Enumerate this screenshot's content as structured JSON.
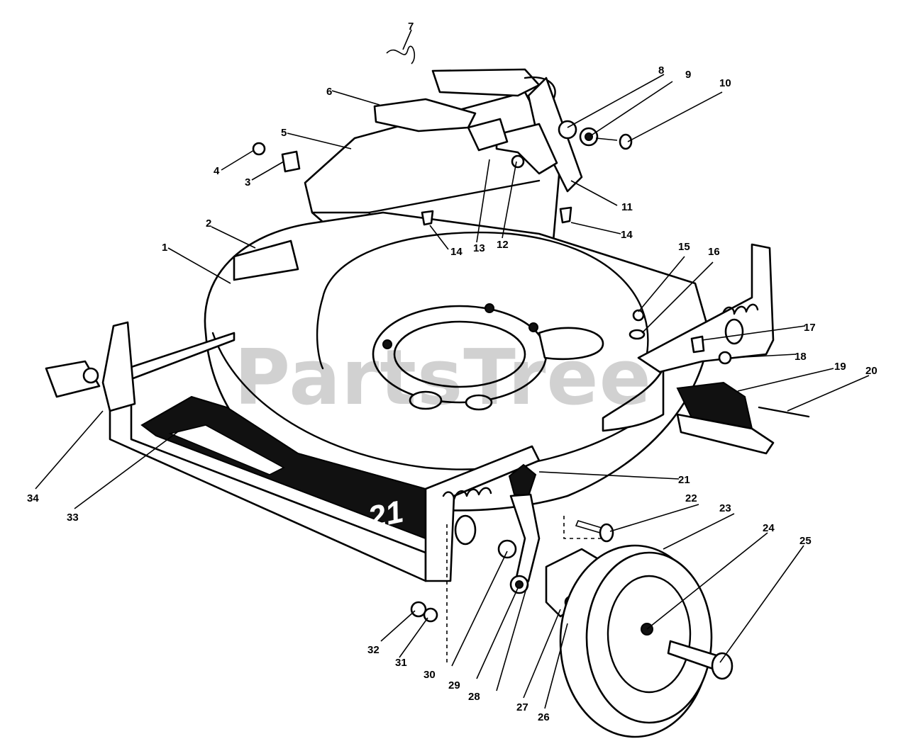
{
  "watermark": "PartsTree",
  "deck_decal_text": "21",
  "callouts": [
    "1",
    "2",
    "3",
    "4",
    "5",
    "6",
    "7",
    "8",
    "9",
    "10",
    "11",
    "12",
    "13",
    "14",
    "14",
    "15",
    "16",
    "17",
    "18",
    "19",
    "20",
    "21",
    "22",
    "23",
    "24",
    "25",
    "26",
    "27",
    "28",
    "29",
    "30",
    "31",
    "32",
    "33",
    "34"
  ]
}
